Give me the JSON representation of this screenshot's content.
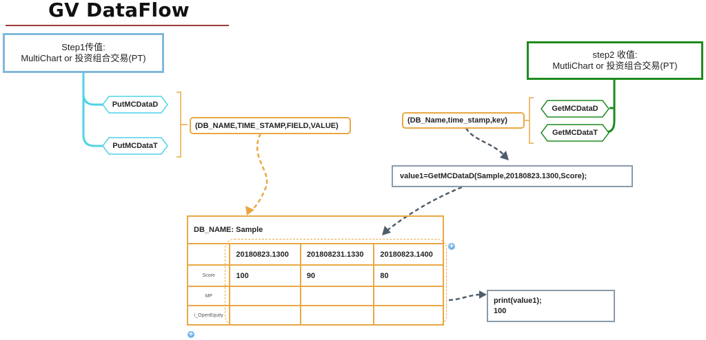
{
  "title": "GV DataFlow",
  "step1": {
    "line1": "Step1传值:",
    "line2": "MultiChart or 投资组合交易(PT)"
  },
  "step2": {
    "line1": "step2 收值:",
    "line2": "MutliChart or 投资组合交易(PT)"
  },
  "put_functions": [
    "PutMCDataD",
    "PutMCDataT"
  ],
  "get_functions": [
    "GetMCDataD",
    "GetMCDataT"
  ],
  "put_signature": "(DB_NAME,TIME_STAMP,FIELD,VALUE)",
  "get_signature": "(DB_Name,time_stamp,key)",
  "get_call": "value1=GetMCDataD(Sample,20180823.1300,Score);",
  "output": {
    "line1": "print(value1);",
    "line2": "100"
  },
  "table": {
    "name": "DB_NAME:  Sample",
    "columns": [
      "20180823.1300",
      "201808231.1330",
      "20180823.1400"
    ],
    "rows": [
      {
        "label": "Score",
        "values": [
          "100",
          "90",
          "80"
        ]
      },
      {
        "label": "MP",
        "values": [
          "",
          "",
          ""
        ]
      },
      {
        "label": "i_OpenEquity",
        "values": [
          "",
          "",
          ""
        ]
      }
    ]
  },
  "colors": {
    "step1_border": "#7fb8db",
    "step1_connector": "#4fd3e6",
    "step2_border": "#1e8a1e",
    "db_orange": "#e9a743",
    "arrow_grey": "#4f5d6b"
  },
  "icons": {
    "add": "plus-circle-icon"
  }
}
